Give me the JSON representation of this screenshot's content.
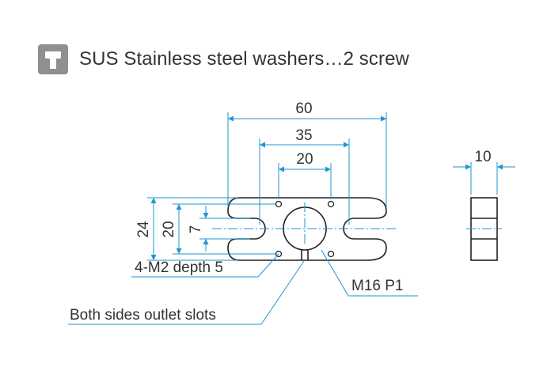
{
  "header": {
    "icon": "screw-head-icon",
    "title": "SUS Stainless steel washers…2 screw"
  },
  "dimensions": {
    "overall_width": "60",
    "slot_spacing": "35",
    "hole_spacing": "20",
    "overall_height": "24",
    "hole_vertical_spacing": "20",
    "slot_width": "7",
    "thickness": "10"
  },
  "callouts": {
    "tapped_holes": "4-M2 depth 5",
    "center_thread": "M16 P1",
    "outlet_slots": "Both sides outlet slots"
  },
  "colors": {
    "dimension_line": "#1e96d2",
    "outline": "#222222",
    "text": "#333333",
    "icon_bg": "#8f8f8f"
  }
}
